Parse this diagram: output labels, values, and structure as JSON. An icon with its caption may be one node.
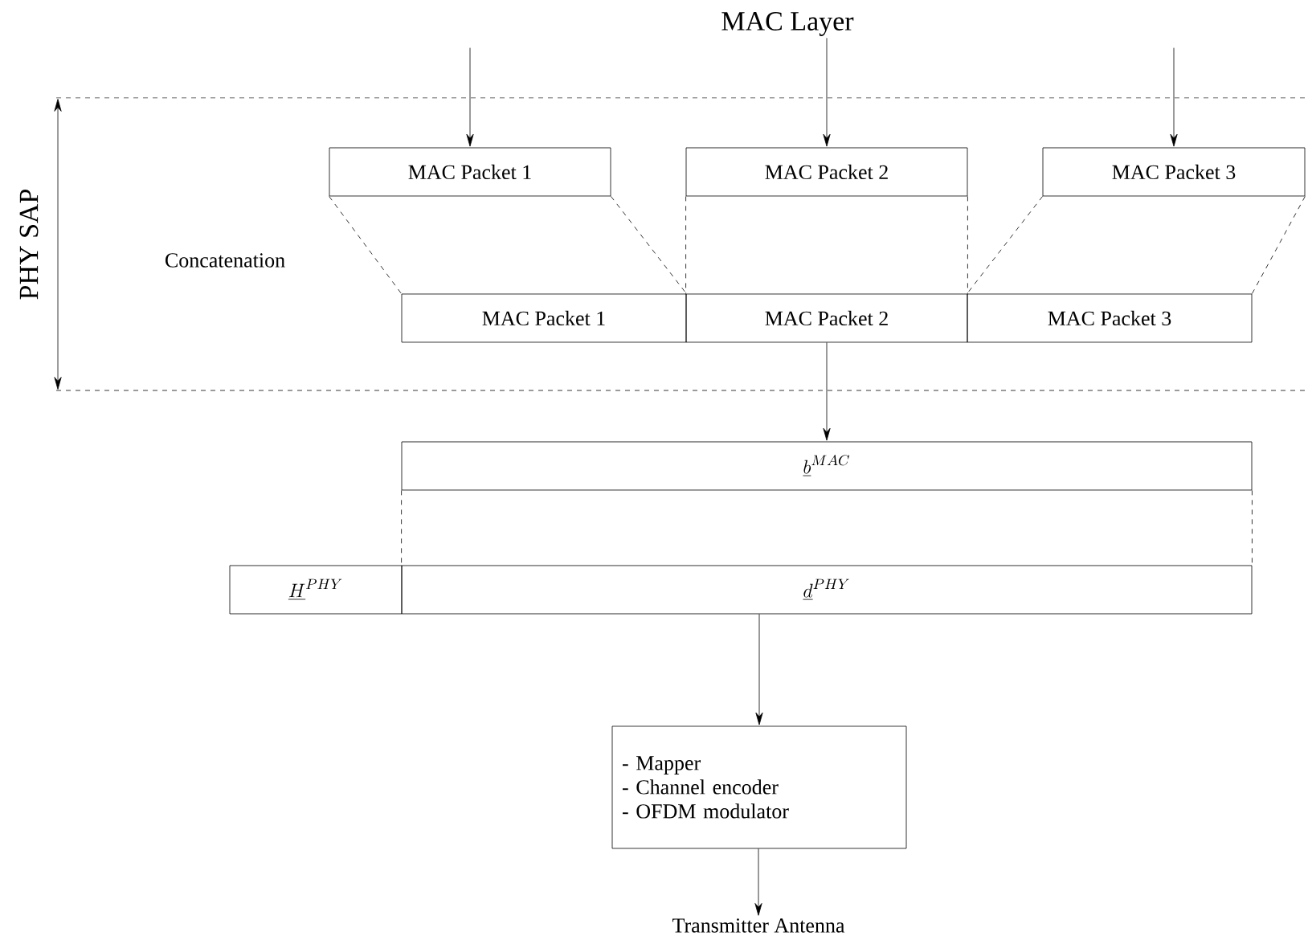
{
  "diagram": {
    "nodes": [
      {
        "text": [
          "MAC Layer"
        ]
      },
      {
        "text": [
          "MAC Packet 1"
        ]
      },
      {
        "text": [
          "MAC Packet 2"
        ]
      },
      {
        "text": [
          "MAC Packet 3"
        ]
      },
      {
        "text": [
          "MAC Packet 1"
        ]
      },
      {
        "text": [
          "MAC Packet 2"
        ]
      },
      {
        "text": [
          "MAC Packet 3"
        ]
      },
      {
        "text": [
          "\\underline{b}^{MAC}"
        ]
      },
      {
        "text": [
          "\\underline{H}^{PHY}"
        ]
      },
      {
        "text": [
          "\\underline{d}^{PHY}"
        ]
      },
      {
        "text": [
          "- Mapper",
          "- Channel encoder",
          "- OFDM modulator"
        ]
      },
      {
        "text": [
          "Transmitter Antenna"
        ]
      }
    ],
    "edges": [
      {
        "from": null,
        "to": 1,
        "arrow": "to"
      },
      {
        "from": 0,
        "to": 2,
        "arrow": "to"
      },
      {
        "from": null,
        "to": 3,
        "arrow": "to"
      },
      {
        "from": 1,
        "to": 4,
        "arrow": "none",
        "style": "dashed"
      },
      {
        "from": 1,
        "to": 4,
        "arrow": "none",
        "style": "dashed"
      },
      {
        "from": 2,
        "to": 5,
        "arrow": "none",
        "style": "dashed"
      },
      {
        "from": 2,
        "to": 5,
        "arrow": "none",
        "style": "dashed"
      },
      {
        "from": 3,
        "to": 6,
        "arrow": "none",
        "style": "dashed"
      },
      {
        "from": 3,
        "to": 6,
        "arrow": "none",
        "style": "dashed"
      },
      {
        "from": 5,
        "to": 7,
        "arrow": "to"
      },
      {
        "from": 7,
        "to": 9,
        "arrow": "none",
        "style": "dashed"
      },
      {
        "from": 7,
        "to": 9,
        "arrow": "none",
        "style": "dashed"
      },
      {
        "from": 9,
        "to": 10,
        "arrow": "to"
      },
      {
        "from": 10,
        "to": 11,
        "arrow": "to"
      }
    ],
    "labels": [
      "PHY SAP",
      "Concatenation"
    ]
  }
}
